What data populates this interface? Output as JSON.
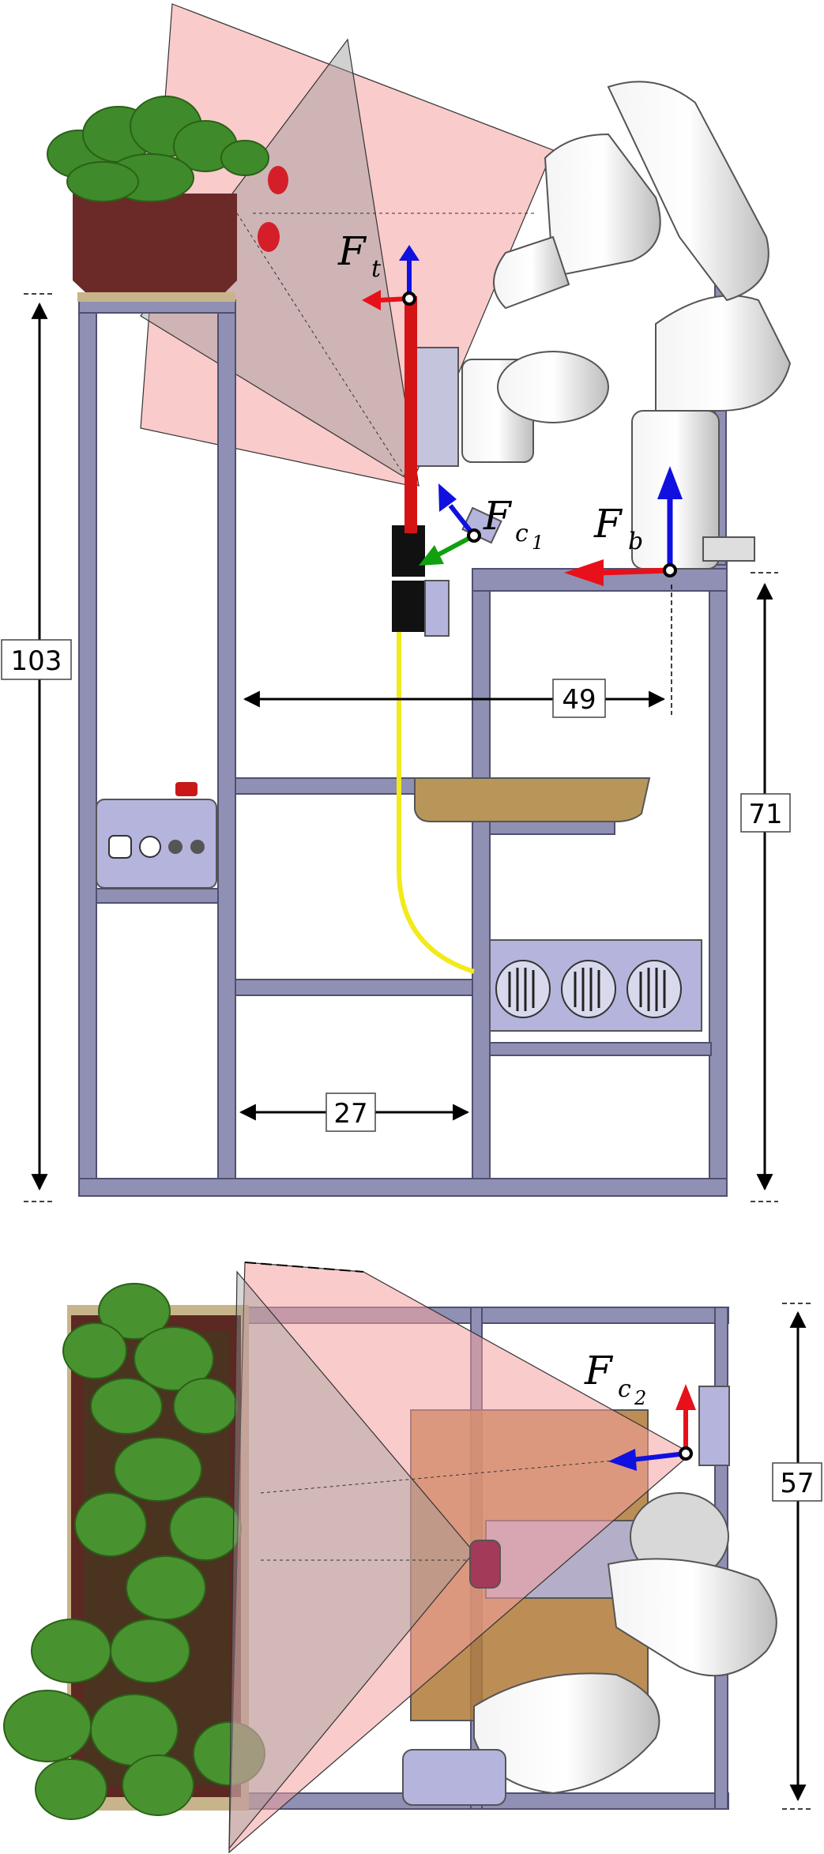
{
  "dimensions": {
    "total_height": "103",
    "reach": "49",
    "upper_height": "71",
    "shelf_width": "27",
    "depth": "57"
  },
  "frames": {
    "tool": {
      "symbol": "F",
      "sub": "t"
    },
    "camera1": {
      "symbol": "F",
      "sub": "c",
      "subsub": "1"
    },
    "base": {
      "symbol": "F",
      "sub": "b"
    },
    "camera2": {
      "symbol": "F",
      "sub": "c",
      "subsub": "2"
    }
  },
  "colors": {
    "frame_bar": "#8f90b3",
    "frame_dark": "#5a5c7a",
    "fov_pink": "#f4a0a0",
    "fov_gray": "#9a9a9a",
    "planter": "#6b2a28",
    "axis_red": "#e8101a",
    "axis_blue": "#1010e0",
    "axis_green": "#10a010",
    "cable": "#f2ea1a",
    "tray": "#b8965a",
    "device": "#b4b4dc"
  }
}
